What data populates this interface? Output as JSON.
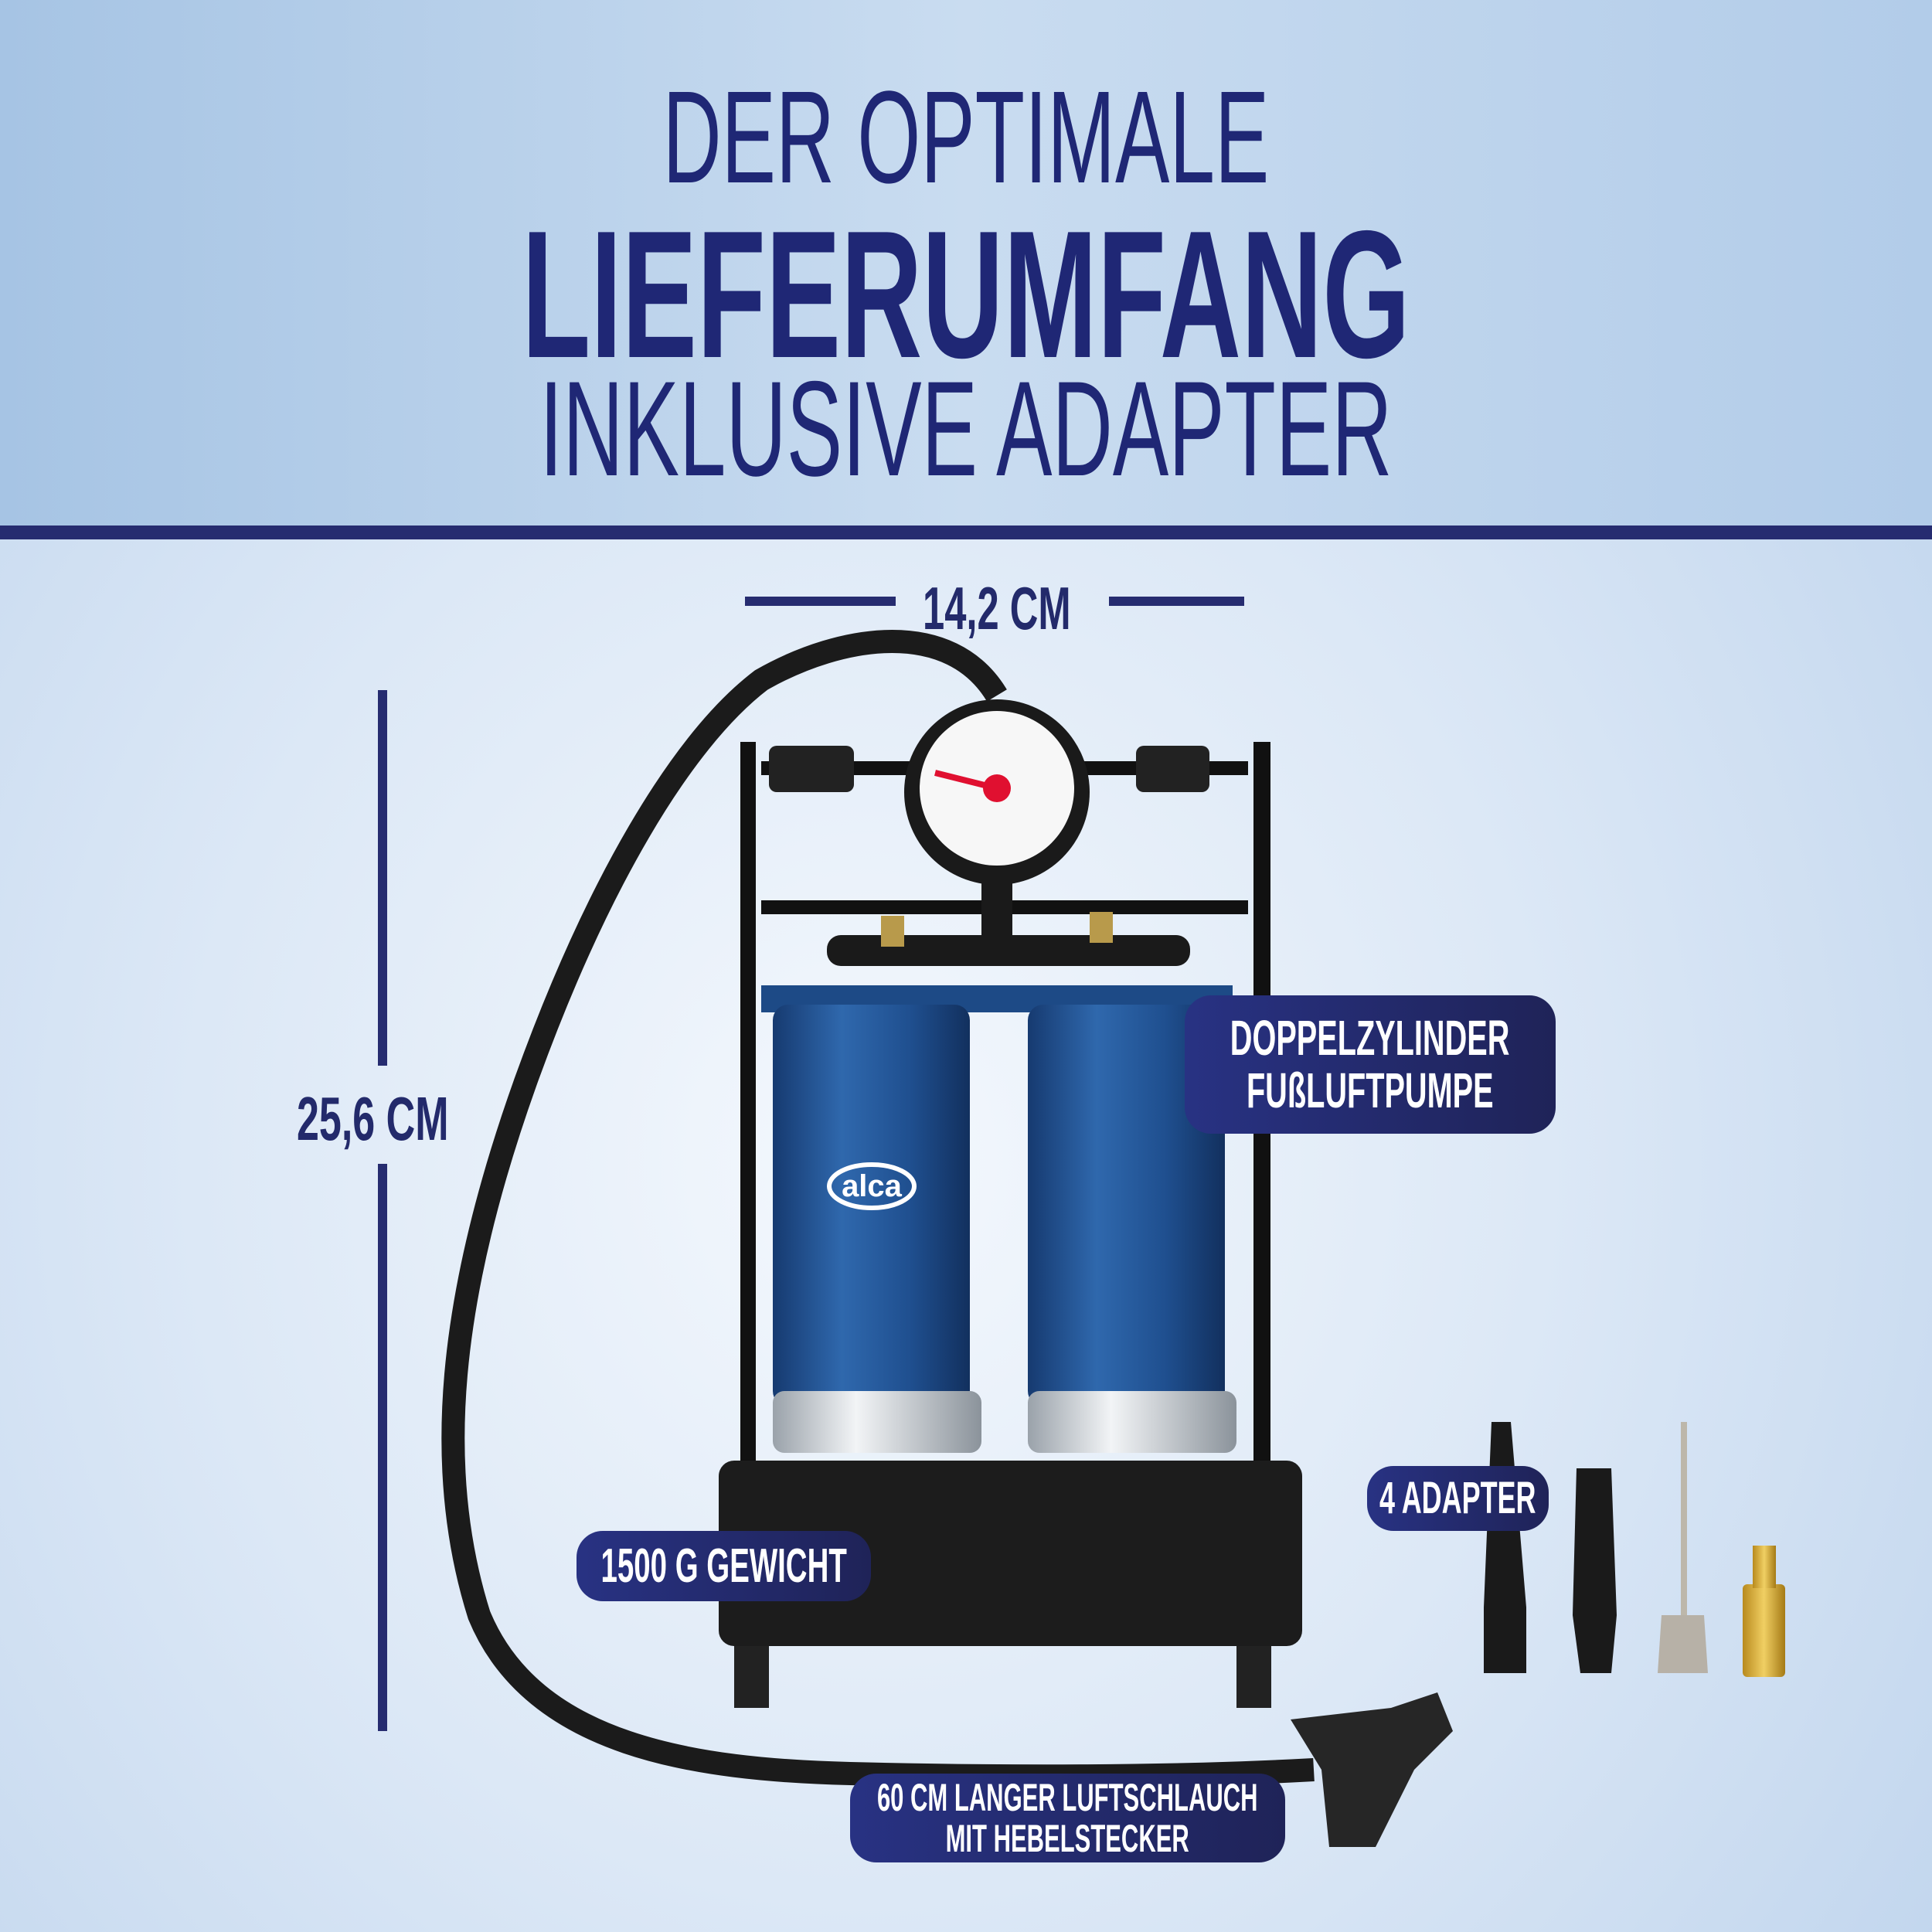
{
  "header": {
    "line1": "DER OPTIMALE",
    "line2": "LIEFERUMFANG",
    "line3": "INKLUSIVE ADAPTER"
  },
  "dimensions": {
    "width": "14,2 CM",
    "height": "25,6 CM"
  },
  "labels": {
    "cylinder": [
      "DOPPELZYLINDER",
      "FUßLUFTPUMPE"
    ],
    "adapter": "4 ADAPTER",
    "weight": "1500 G GEWICHT",
    "hose": [
      "60 CM LANGER LUFTSCHLAUCH",
      "MIT HEBELSTECKER"
    ]
  },
  "brand": "alca",
  "colors": {
    "navy": "#262c70",
    "cylinder": "#1f4f8f",
    "background": "#dce8f6"
  }
}
